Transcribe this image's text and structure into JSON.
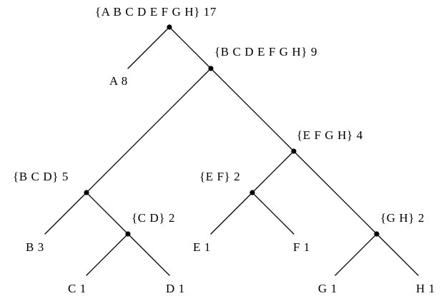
{
  "tree": {
    "nodes": [
      {
        "id": "root",
        "text": "{A B C D E F G H} 17"
      },
      {
        "id": "bcdefgh",
        "text": "{B C D E F G H} 9"
      },
      {
        "id": "efgh",
        "text": "{E F G H} 4"
      },
      {
        "id": "bcd",
        "text": "{B C D} 5"
      },
      {
        "id": "cd",
        "text": "{C D} 2"
      },
      {
        "id": "ef",
        "text": "{E F} 2"
      },
      {
        "id": "gh",
        "text": "{G H} 2"
      }
    ],
    "leaves": [
      {
        "id": "a",
        "text": "A 8"
      },
      {
        "id": "b",
        "text": "B 3"
      },
      {
        "id": "c",
        "text": "C 1"
      },
      {
        "id": "d",
        "text": "D 1"
      },
      {
        "id": "e",
        "text": "E 1"
      },
      {
        "id": "f",
        "text": "F 1"
      },
      {
        "id": "g",
        "text": "G 1"
      },
      {
        "id": "h",
        "text": "H 1"
      }
    ],
    "edges": [
      [
        "root",
        "a"
      ],
      [
        "root",
        "bcdefgh"
      ],
      [
        "bcdefgh",
        "bcd"
      ],
      [
        "bcdefgh",
        "efgh"
      ],
      [
        "bcd",
        "b"
      ],
      [
        "bcd",
        "cd"
      ],
      [
        "cd",
        "c"
      ],
      [
        "cd",
        "d"
      ],
      [
        "efgh",
        "ef"
      ],
      [
        "efgh",
        "gh"
      ],
      [
        "ef",
        "e"
      ],
      [
        "ef",
        "f"
      ],
      [
        "gh",
        "g"
      ],
      [
        "gh",
        "h"
      ]
    ]
  }
}
